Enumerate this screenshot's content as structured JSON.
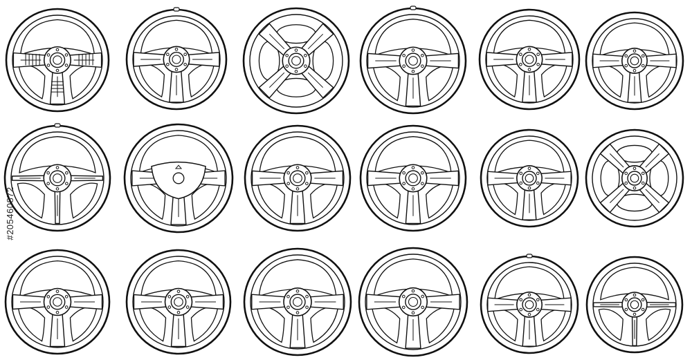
{
  "image": {
    "background": "#ffffff",
    "stroke_color": "#111111",
    "stock_id": "#205460872",
    "wheels": [
      {
        "style": "twin-bar"
      },
      {
        "style": "three-spoke"
      },
      {
        "style": "four-spoke"
      },
      {
        "style": "three-spoke"
      },
      {
        "style": "three-spoke"
      },
      {
        "style": "three-spoke"
      },
      {
        "style": "three-spoke-thin"
      },
      {
        "style": "airbag"
      },
      {
        "style": "three-spoke"
      },
      {
        "style": "three-spoke-wide"
      },
      {
        "style": "three-spoke"
      },
      {
        "style": "four-spoke"
      },
      {
        "style": "three-spoke"
      },
      {
        "style": "three-spoke"
      },
      {
        "style": "three-spoke"
      },
      {
        "style": "three-spoke"
      },
      {
        "style": "three-spoke"
      },
      {
        "style": "three-spoke-thin"
      }
    ]
  }
}
